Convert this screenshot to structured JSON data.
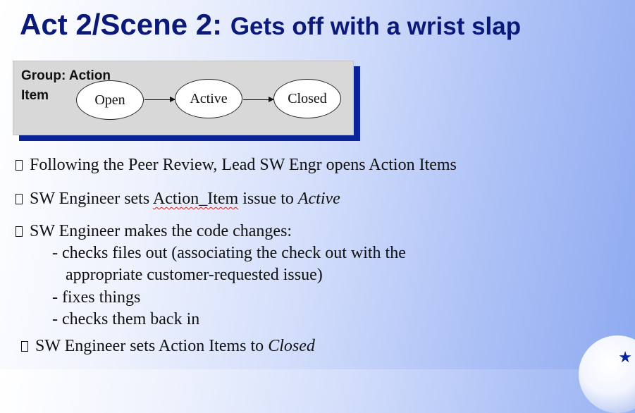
{
  "title": {
    "main": "Act 2/Scene 2: ",
    "sub": "Gets off with a wrist slap"
  },
  "group": {
    "label_line1": "Group: Action",
    "label_line2": "Item",
    "states": [
      "Open",
      "Active",
      "Closed"
    ]
  },
  "bullets": {
    "b1": "Following the Peer Review, Lead SW Engr opens Action Items",
    "b2_pre": "SW Engineer sets ",
    "b2_term": "Action_Item",
    "b2_mid": " issue to ",
    "b2_em": "Active",
    "b3": "SW Engineer makes the code changes:",
    "sub1a": "- checks files out (associating the check out with the",
    "sub1b": "appropriate customer-requested issue)",
    "sub2": "- fixes things",
    "sub3": "- checks them back in",
    "b4_pre": "SW Engineer sets Action Items to ",
    "b4_em": "Closed"
  },
  "icons": {
    "bullet": "square-bullet-icon",
    "corner": "star-icon"
  }
}
